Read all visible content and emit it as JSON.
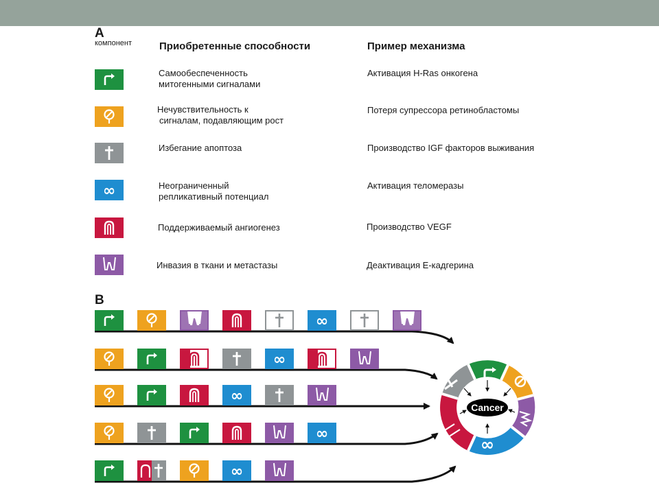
{
  "panel_a": {
    "letter": "A",
    "column_component": "компонент",
    "column_ability": "Приобретенные способности",
    "column_mechanism": "Пример механизма",
    "rows": [
      {
        "icon": "arrow-icon",
        "color": "#1e9140",
        "ability_1": "Самообеспеченность",
        "ability_2": "митогенными сигналами",
        "mechanism": "Активация H-Ras онкогена"
      },
      {
        "icon": "no-symbol-icon",
        "color": "#eea21f",
        "ability_1": "Нечувствительность к",
        "ability_2": "сигналам, подавляющим рост",
        "mechanism": "Потеря супрессора ретинобластомы"
      },
      {
        "icon": "cross-icon",
        "color": "#8f9496",
        "ability_1": "Избегание апоптоза",
        "ability_2": "",
        "mechanism": "Производство IGF факторов выживания"
      },
      {
        "icon": "infinity-icon",
        "color": "#1f8dd0",
        "ability_1": "Неограниченный",
        "ability_2": "репликативный потенциал",
        "mechanism": "Активация теломеразы"
      },
      {
        "icon": "vessel-icon",
        "color": "#c8173f",
        "ability_1": "Поддерживаемый ангиогенез",
        "ability_2": "",
        "mechanism": "Производство VEGF"
      },
      {
        "icon": "invasion-icon",
        "color": "#8d5aa6",
        "ability_1": "Инвазия в ткани и метастазы",
        "ability_2": "",
        "mechanism": "Деактивация Е-кадгерина"
      }
    ]
  },
  "panel_b": {
    "letter": "B",
    "center_label": "Cancer",
    "paths": [
      [
        "arrow",
        "nosym",
        "invasion-outline",
        "vessel",
        "cross-outline",
        "infinity",
        "cross-outline",
        "invasion-outline"
      ],
      [
        "nosym",
        "arrow",
        "vessel-outline",
        "cross",
        "infinity",
        "vessel-outline",
        "invasion"
      ],
      [
        "nosym",
        "arrow",
        "vessel",
        "infinity",
        "cross",
        "invasion"
      ],
      [
        "nosym",
        "cross",
        "arrow",
        "vessel",
        "invasion",
        "infinity"
      ],
      [
        "arrow",
        "vessel-cross",
        "nosym",
        "infinity",
        "invasion"
      ]
    ]
  },
  "colors": {
    "green": "#1e9140",
    "orange": "#eea21f",
    "gray": "#8f9496",
    "blue": "#1f8dd0",
    "red": "#c8173f",
    "purple": "#8d5aa6",
    "topbar": "#95a39b"
  }
}
